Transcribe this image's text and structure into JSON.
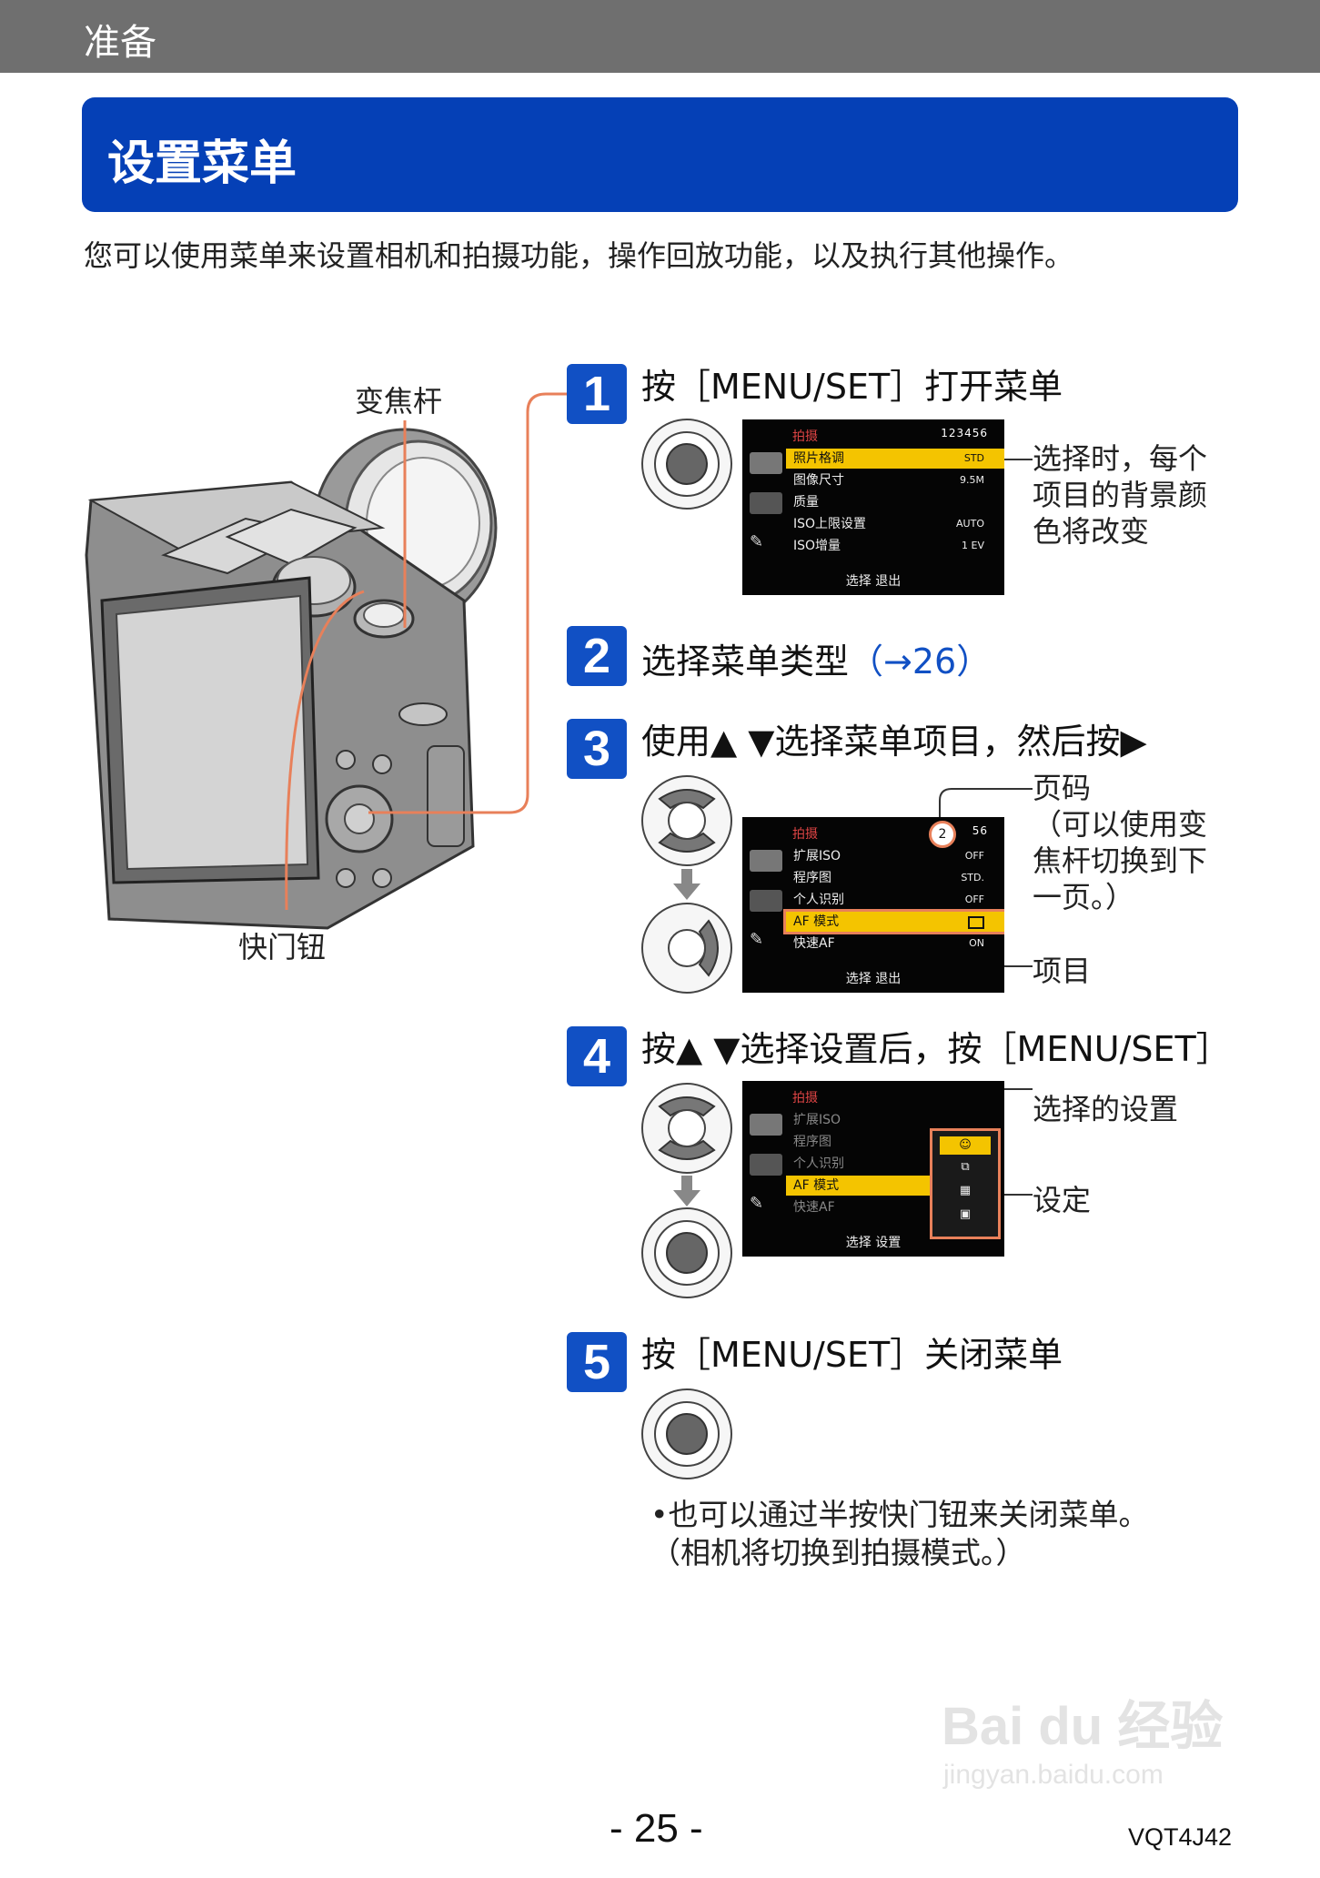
{
  "header": {
    "section": "准备"
  },
  "title": "设置菜单",
  "intro": "您可以使用菜单来设置相机和拍摄功能，操作回放功能，以及执行其他操作。",
  "camera": {
    "zoom_lever_label": "变焦杆",
    "shutter_label": "快门钮"
  },
  "steps": [
    {
      "num": "1",
      "text": "按［MENU/SET］打开菜单"
    },
    {
      "num": "2",
      "text": "选择菜单类型",
      "ref": "（→26）"
    },
    {
      "num": "3",
      "text": "使用▲ ▼选择菜单项目，然后按▶"
    },
    {
      "num": "4",
      "text": "按▲ ▼选择设置后，按［MENU/SET］"
    },
    {
      "num": "5",
      "text": "按［MENU/SET］关闭菜单"
    }
  ],
  "screen1": {
    "header": "拍摄",
    "pages": "123456",
    "items": [
      {
        "label": "照片格调",
        "value": "STD"
      },
      {
        "label": "图像尺寸",
        "value": "9.5M"
      },
      {
        "label": "质量",
        "value": ""
      },
      {
        "label": "ISO上限设置",
        "value": "AUTO"
      },
      {
        "label": "ISO增量",
        "value": "1 EV"
      }
    ],
    "footer": "选择  退出",
    "callout": [
      "选择时，每个",
      "项目的背景颜",
      "色将改变"
    ]
  },
  "screen2": {
    "header": "拍摄",
    "page_badge": "2",
    "pages_rest": "56",
    "items": [
      {
        "label": "扩展ISO",
        "value": "OFF"
      },
      {
        "label": "程序图",
        "value": "STD."
      },
      {
        "label": "个人识别",
        "value": "OFF"
      },
      {
        "label": "AF 模式",
        "value": ""
      },
      {
        "label": "快速AF",
        "value": "ON"
      }
    ],
    "footer": "选择  退出",
    "callout_page": [
      "页码",
      "（可以使用变",
      "焦杆切换到下",
      "一页。）"
    ],
    "callout_item": "项目"
  },
  "screen3": {
    "header": "拍摄",
    "items": [
      "扩展ISO",
      "程序图",
      "个人识别",
      "AF 模式",
      "快速AF"
    ],
    "footer": "选择  设置",
    "callout_selected": "选择的设置",
    "callout_settings": "设定"
  },
  "note": [
    "•也可以通过半按快门钮来关闭菜单。",
    "（相机将切换到拍摄模式。）"
  ],
  "footer": {
    "page": "- 25 -",
    "code": "VQT4J42"
  },
  "watermark": {
    "brand": "Bai du 经验",
    "url": "jingyan.baidu.com"
  },
  "colors": {
    "header_bar": "#6f6f6f",
    "title_bg": "#0540b6",
    "step_num": "#1150c4",
    "highlight": "#f4c400",
    "accent_line": "#e8805a"
  }
}
